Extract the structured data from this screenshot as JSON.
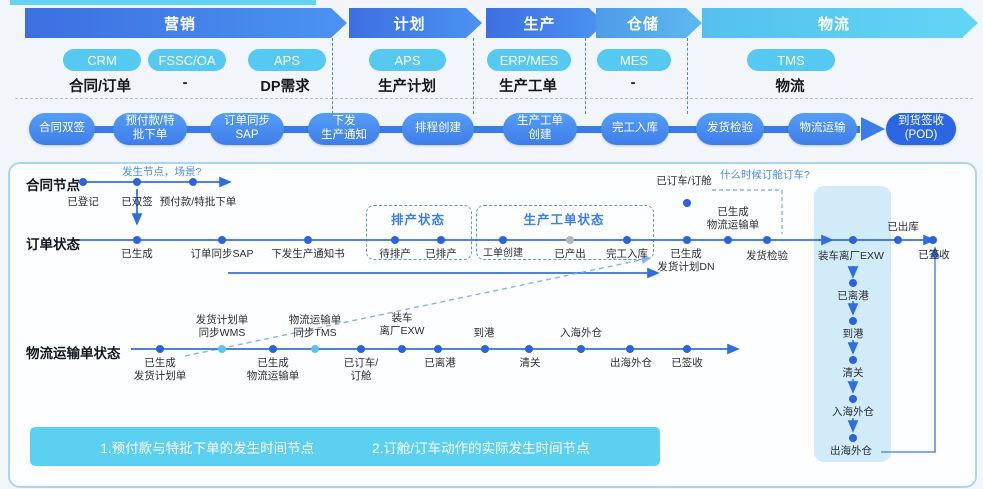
{
  "colors": {
    "banner_blue": "#3d6fe0",
    "banner_light": "#5db9f0",
    "banner_cyan": "#62d6f6",
    "system_pill": "#55c9f1",
    "step_pill": "#3f7eea",
    "step_pill_dark": "#2b67e2",
    "timeline": "#3a6fd8",
    "dot_dark": "#2b63dc",
    "dot_light": "#5ec2ef",
    "dot_gray": "#b3b7bd",
    "annotation": "#4a8cf0",
    "panel_border": "#abd6f3",
    "note_bg": "#5cd0f0"
  },
  "header": {
    "stages": [
      "营销",
      "计划",
      "生产",
      "仓储",
      "物流"
    ],
    "systems": [
      "CRM",
      "FSSC/OA",
      "APS",
      "APS",
      "ERP/MES",
      "MES",
      "TMS"
    ],
    "objects": [
      "合同/订单",
      "-",
      "DP需求",
      "生产计划",
      "生产工单",
      "-",
      "物流"
    ]
  },
  "process_steps": [
    "合同双签",
    "预付款/特\n批下单",
    "订单同步\nSAP",
    "下发\n生产通知",
    "排程创建",
    "生产工单\n创建",
    "完工入库",
    "发货检验",
    "物流运输",
    "到货签收\n(POD)"
  ],
  "contract": {
    "row_label": "合同节点",
    "annotation": "发生节点，场景?",
    "nodes": [
      "已登记",
      "已双签",
      "预付款/特批下单"
    ]
  },
  "order": {
    "row_label": "订单状态",
    "annotation": "什么时候订舱订车?",
    "below": [
      "已生成",
      "订单同步SAP",
      "下发生产通知书",
      "待排产",
      "已排产",
      "工单创建",
      "已产出",
      "完工入库",
      "已生成\n发货计划DN",
      "发货检验",
      "装车离厂EXW",
      "已签收"
    ],
    "above": [
      "已订车/订舱",
      "已生成\n物流运输单",
      "已出库"
    ],
    "boxes": [
      {
        "title": "排产状态"
      },
      {
        "title": "生产工单状态"
      }
    ]
  },
  "logistics": {
    "row_label": "物流运输单状态",
    "below": [
      "已生成\n发货计划单",
      "已生成\n物流运输单",
      "已订车/\n订舱",
      "已离港",
      "清关",
      "出海外仓",
      "已签收"
    ],
    "above": [
      "发货计划单\n同步WMS",
      "物流运输单\n同步TMS",
      "装车\n离厂EXW",
      "到港",
      "入海外仓"
    ]
  },
  "chain": [
    "已离港",
    "到港",
    "清关",
    "入海外仓",
    "出海外仓"
  ],
  "notes": [
    "1.预付款与特批下单的发生时间节点",
    "2.订舱/订车动作的实际发生时间节点"
  ]
}
